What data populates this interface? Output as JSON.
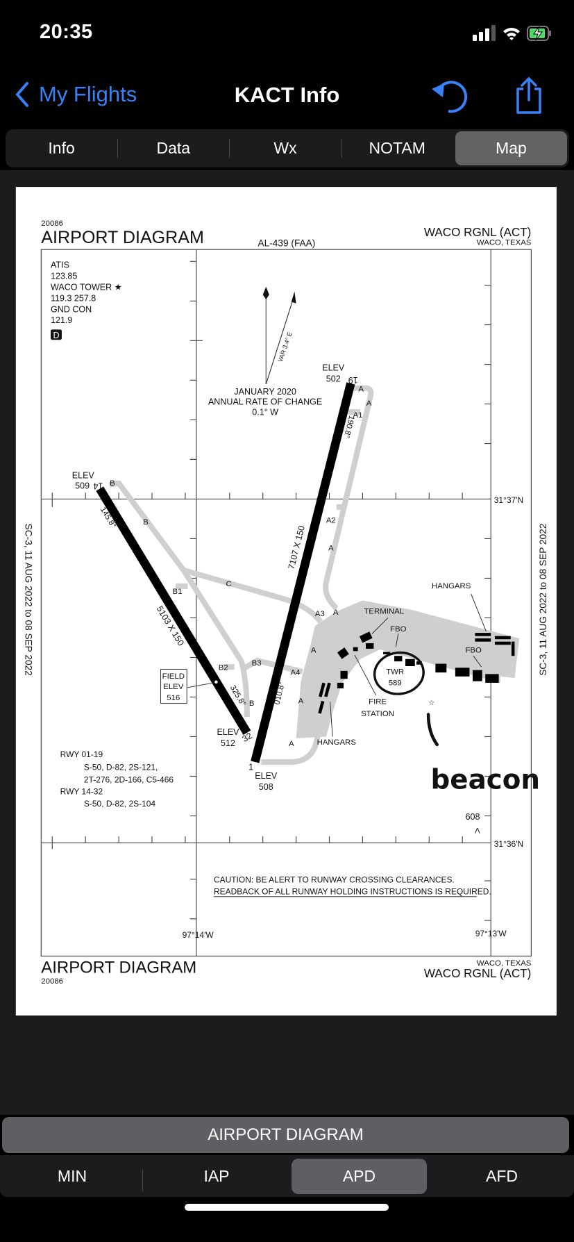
{
  "status": {
    "time": "20:35"
  },
  "nav": {
    "back_label": "My Flights",
    "title": "KACT Info"
  },
  "tabs": [
    {
      "label": "Info"
    },
    {
      "label": "Data"
    },
    {
      "label": "Wx"
    },
    {
      "label": "NOTAM"
    },
    {
      "label": "Map",
      "selected": true
    }
  ],
  "colors": {
    "accent": "#3a82f7",
    "selected": "#636366",
    "panel": "#1c1c1e",
    "taxiway": "#cfcfcf",
    "battery": "#4cd964"
  },
  "diagram": {
    "chart_number": "20086",
    "title": "AIRPORT DIAGRAM",
    "al_number": "AL-439 (FAA)",
    "airport": "WACO RGNL (ACT)",
    "city": "WACO, TEXAS",
    "freqs": [
      "ATIS",
      "123.85",
      "WACO TOWER ★",
      "119.3 257.8",
      "GND CON",
      "121.9"
    ],
    "d_badge": "D",
    "variation": "VAR 3.4° E",
    "magnetic": [
      "JANUARY 2020",
      "ANNUAL RATE OF CHANGE",
      "0.1° W"
    ],
    "side_date": "SC-3,  11 AUG 2022  to  08 SEP 2022",
    "lat": [
      "31°37'N",
      "31°36'N"
    ],
    "lon": [
      "97°14'W",
      "97°13'W"
    ],
    "elev": {
      "label": "ELEV",
      "rwy19": "502",
      "rwy14": "509",
      "rwy32": "512",
      "rwy1": "508"
    },
    "field_elev": [
      "FIELD",
      "ELEV",
      "516"
    ],
    "runways": {
      "r19": "19",
      "r14": "14",
      "r32": "32",
      "r1": "1",
      "dim_01_19": "7107 X 150",
      "dim_14_32": "5103 X 150",
      "hdg_190": "190.8°",
      "hdg_145": "145.8°",
      "hdg_325": "325.8°",
      "hdg_010": "010.8°"
    },
    "taxiways": {
      "A": "A",
      "A1": "A1",
      "A2": "A2",
      "A3": "A3",
      "A4": "A4",
      "B": "B",
      "B1": "B1",
      "B2": "B2",
      "B3": "B3",
      "C": "C"
    },
    "facilities": {
      "hangars": "HANGARS",
      "terminal": "TERMINAL",
      "fbo": "FBO",
      "twr": "TWR",
      "twr_elev": "589",
      "fire": "FIRE",
      "station": "STATION"
    },
    "obstacle": "608",
    "rwy_strength": [
      "RWY 01-19",
      "S-50, D-82, 2S-121,",
      "2T-276, 2D-166, C5-466",
      "RWY 14-32",
      "S-50, D-82, 2S-104"
    ],
    "caution": [
      "CAUTION:  BE ALERT TO RUNWAY CROSSING CLEARANCES.",
      "READBACK OF ALL RUNWAY HOLDING INSTRUCTIONS IS REQUIRED."
    ],
    "handwritten": "beacon"
  },
  "chart_title": "AIRPORT DIAGRAM",
  "chart_tabs": [
    {
      "label": "MIN"
    },
    {
      "label": "IAP"
    },
    {
      "label": "APD",
      "selected": true
    },
    {
      "label": "AFD"
    }
  ]
}
